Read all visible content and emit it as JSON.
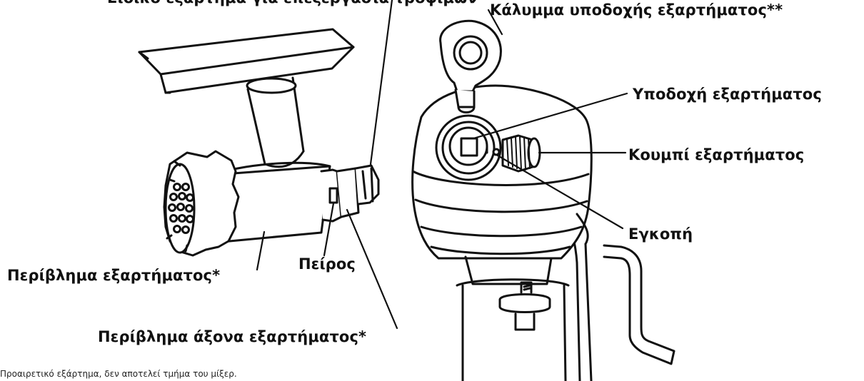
{
  "labels": {
    "top_cut": "Ειδικό εξάρτημα για επεξεργασία τροφίμων",
    "cover": "Κάλυμμα υποδοχής εξαρτήματος**",
    "socket": "Υποδοχή εξαρτήματος",
    "button": "Κουμπί εξαρτήματος",
    "notch": "Εγκοπή",
    "pin": "Πείρος",
    "housing": "Περίβλημα εξαρτήματος*",
    "shaft": "Περίβλημα άξονα εξαρτήματος*"
  },
  "footnote": "Προαιρετικό εξάρτημα, δεν αποτελεί τμήμα του μίξερ."
}
